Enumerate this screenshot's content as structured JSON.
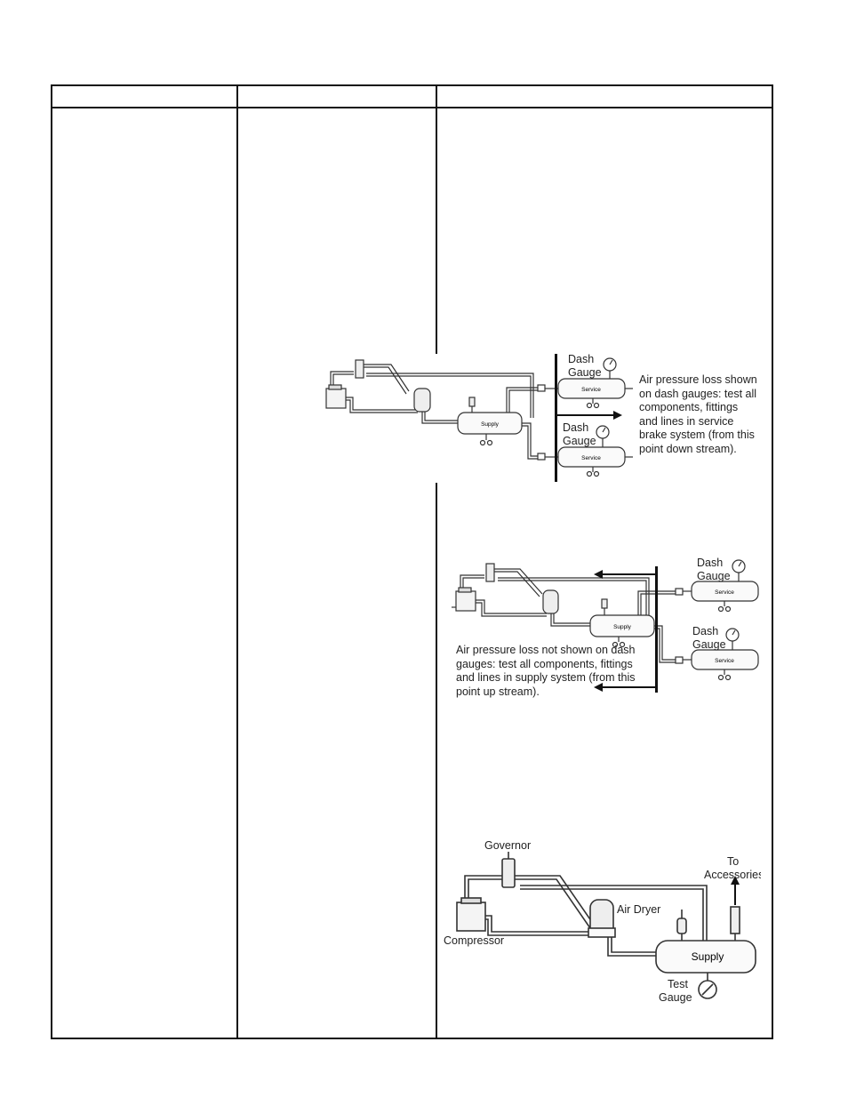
{
  "diagram1": {
    "dash_gauge_top": [
      "Dash",
      "Gauge"
    ],
    "dash_gauge_bottom": [
      "Dash",
      "Gauge"
    ],
    "tank_supply": "Supply",
    "tank_service_top": "Service",
    "tank_service_bottom": "Service",
    "note": "Air pressure loss shown\non dash gauges: test all\ncomponents, fittings\nand lines in service\nbrake system (from this\npoint down stream)."
  },
  "diagram2": {
    "dash_gauge_top": [
      "Dash",
      "Gauge"
    ],
    "dash_gauge_bottom": [
      "Dash",
      "Gauge"
    ],
    "tank_supply": "Supply",
    "tank_service_top": "Service",
    "tank_service_bottom": "Service",
    "note": "Air pressure loss not shown on dash\ngauges: test all components, fittings\nand lines in supply system (from this\npoint up stream)."
  },
  "diagram3": {
    "governor": "Governor",
    "to_accessories": [
      "To",
      "Accessories"
    ],
    "air_dryer": "Air Dryer",
    "compressor": "Compressor",
    "tank_supply": "Supply",
    "test_gauge": [
      "Test",
      "Gauge"
    ]
  }
}
